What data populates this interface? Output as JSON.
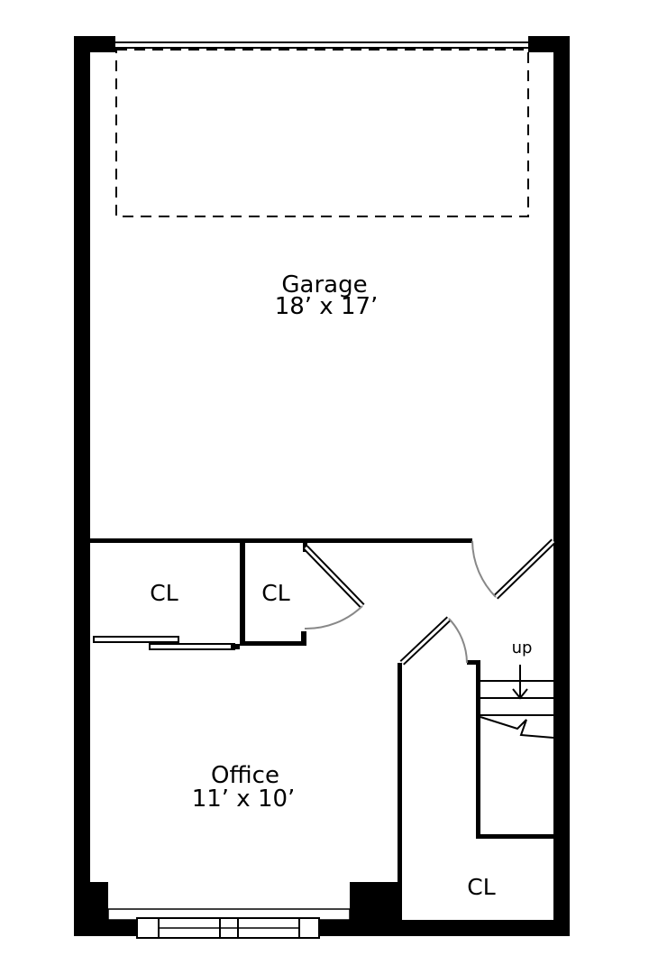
{
  "plan": {
    "colors": {
      "wall": "#000000",
      "door_swing": "#888888",
      "background": "#ffffff"
    },
    "rooms": {
      "garage": {
        "name": "Garage",
        "dims": "18’ x 17’"
      },
      "office": {
        "name": "Office",
        "dims": "11’ x 10’"
      }
    },
    "closets": {
      "left": "CL",
      "middle": "CL",
      "bottom_right": "CL"
    },
    "stair": {
      "direction_label": "up"
    }
  }
}
